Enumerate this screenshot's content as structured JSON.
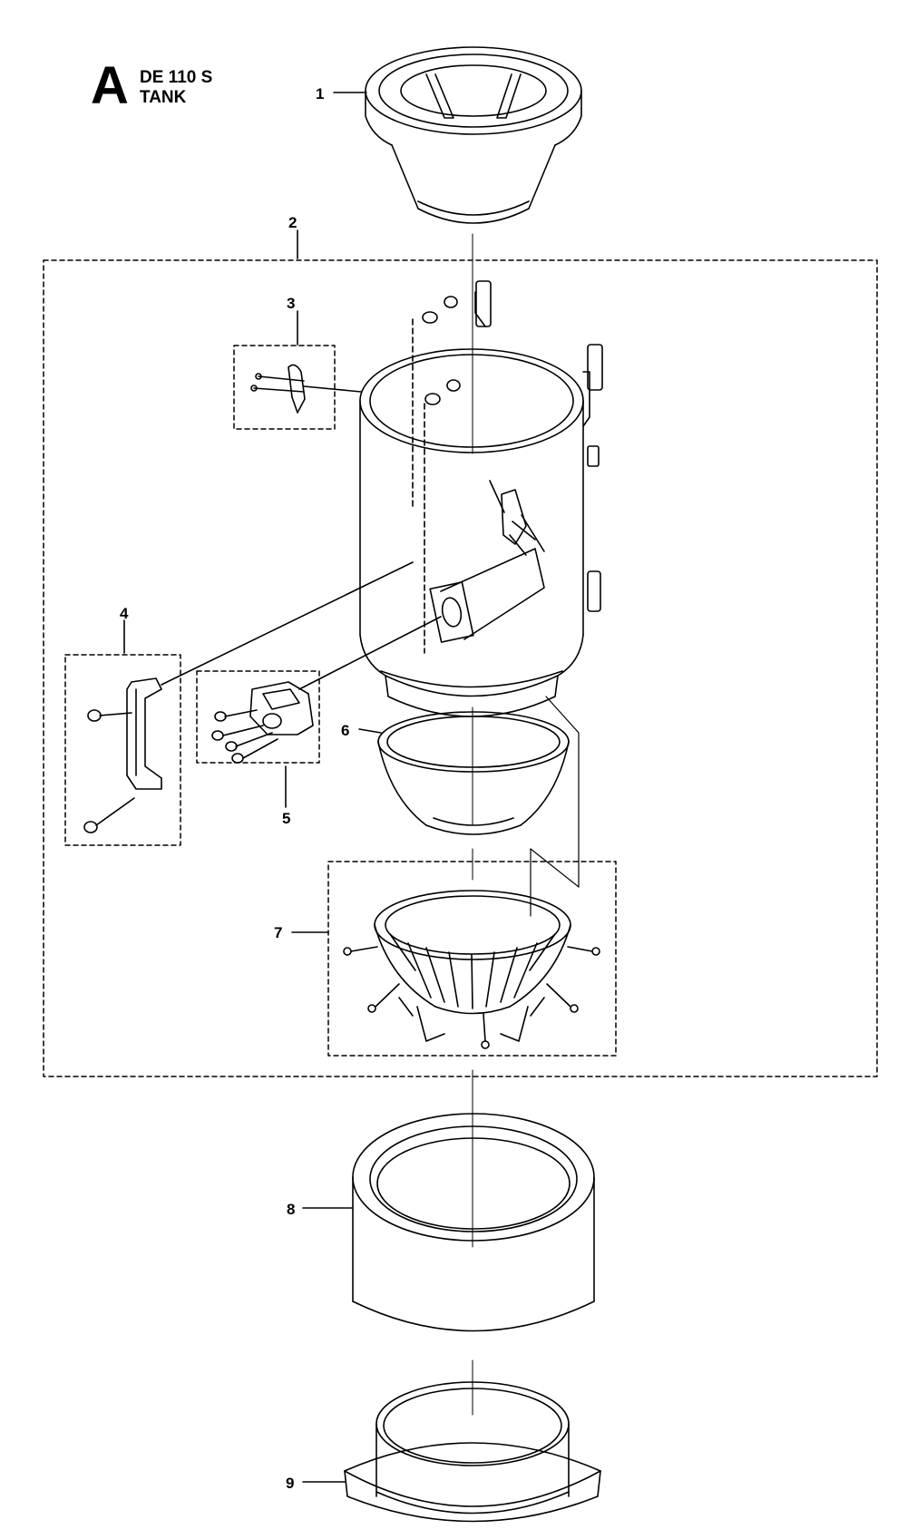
{
  "header": {
    "letter": "A",
    "model": "DE 110 S",
    "section": "TANK"
  },
  "callouts": [
    "1",
    "2",
    "3",
    "4",
    "5",
    "6",
    "7",
    "8",
    "9"
  ]
}
